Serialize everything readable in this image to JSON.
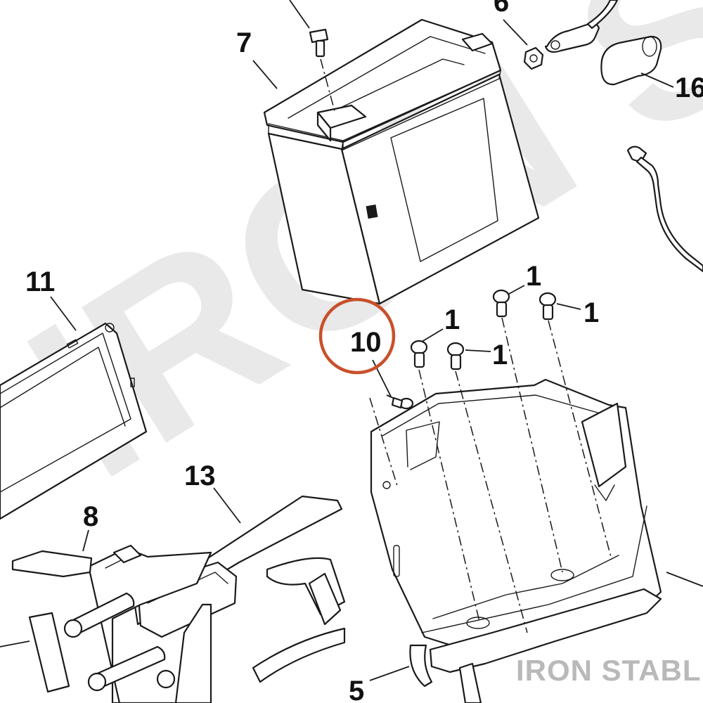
{
  "diagram": {
    "callouts": [
      {
        "id": "c7",
        "label": "7"
      },
      {
        "id": "c6",
        "label": "6"
      },
      {
        "id": "c16",
        "label": "16"
      },
      {
        "id": "c11",
        "label": "11"
      },
      {
        "id": "c10",
        "label": "10"
      },
      {
        "id": "c1a",
        "label": "1"
      },
      {
        "id": "c1b",
        "label": "1"
      },
      {
        "id": "c1c",
        "label": "1"
      },
      {
        "id": "c1d",
        "label": "1"
      },
      {
        "id": "c13",
        "label": "13"
      },
      {
        "id": "c8",
        "label": "8"
      },
      {
        "id": "c5",
        "label": "5"
      }
    ],
    "highlight": {
      "target": "10",
      "color": "#c8502b"
    },
    "watermark": {
      "text": "IRON STABLE",
      "color": "#e9e9e9"
    },
    "brand": {
      "text": "IRON STABLE",
      "color": "#b9b9b9"
    }
  }
}
